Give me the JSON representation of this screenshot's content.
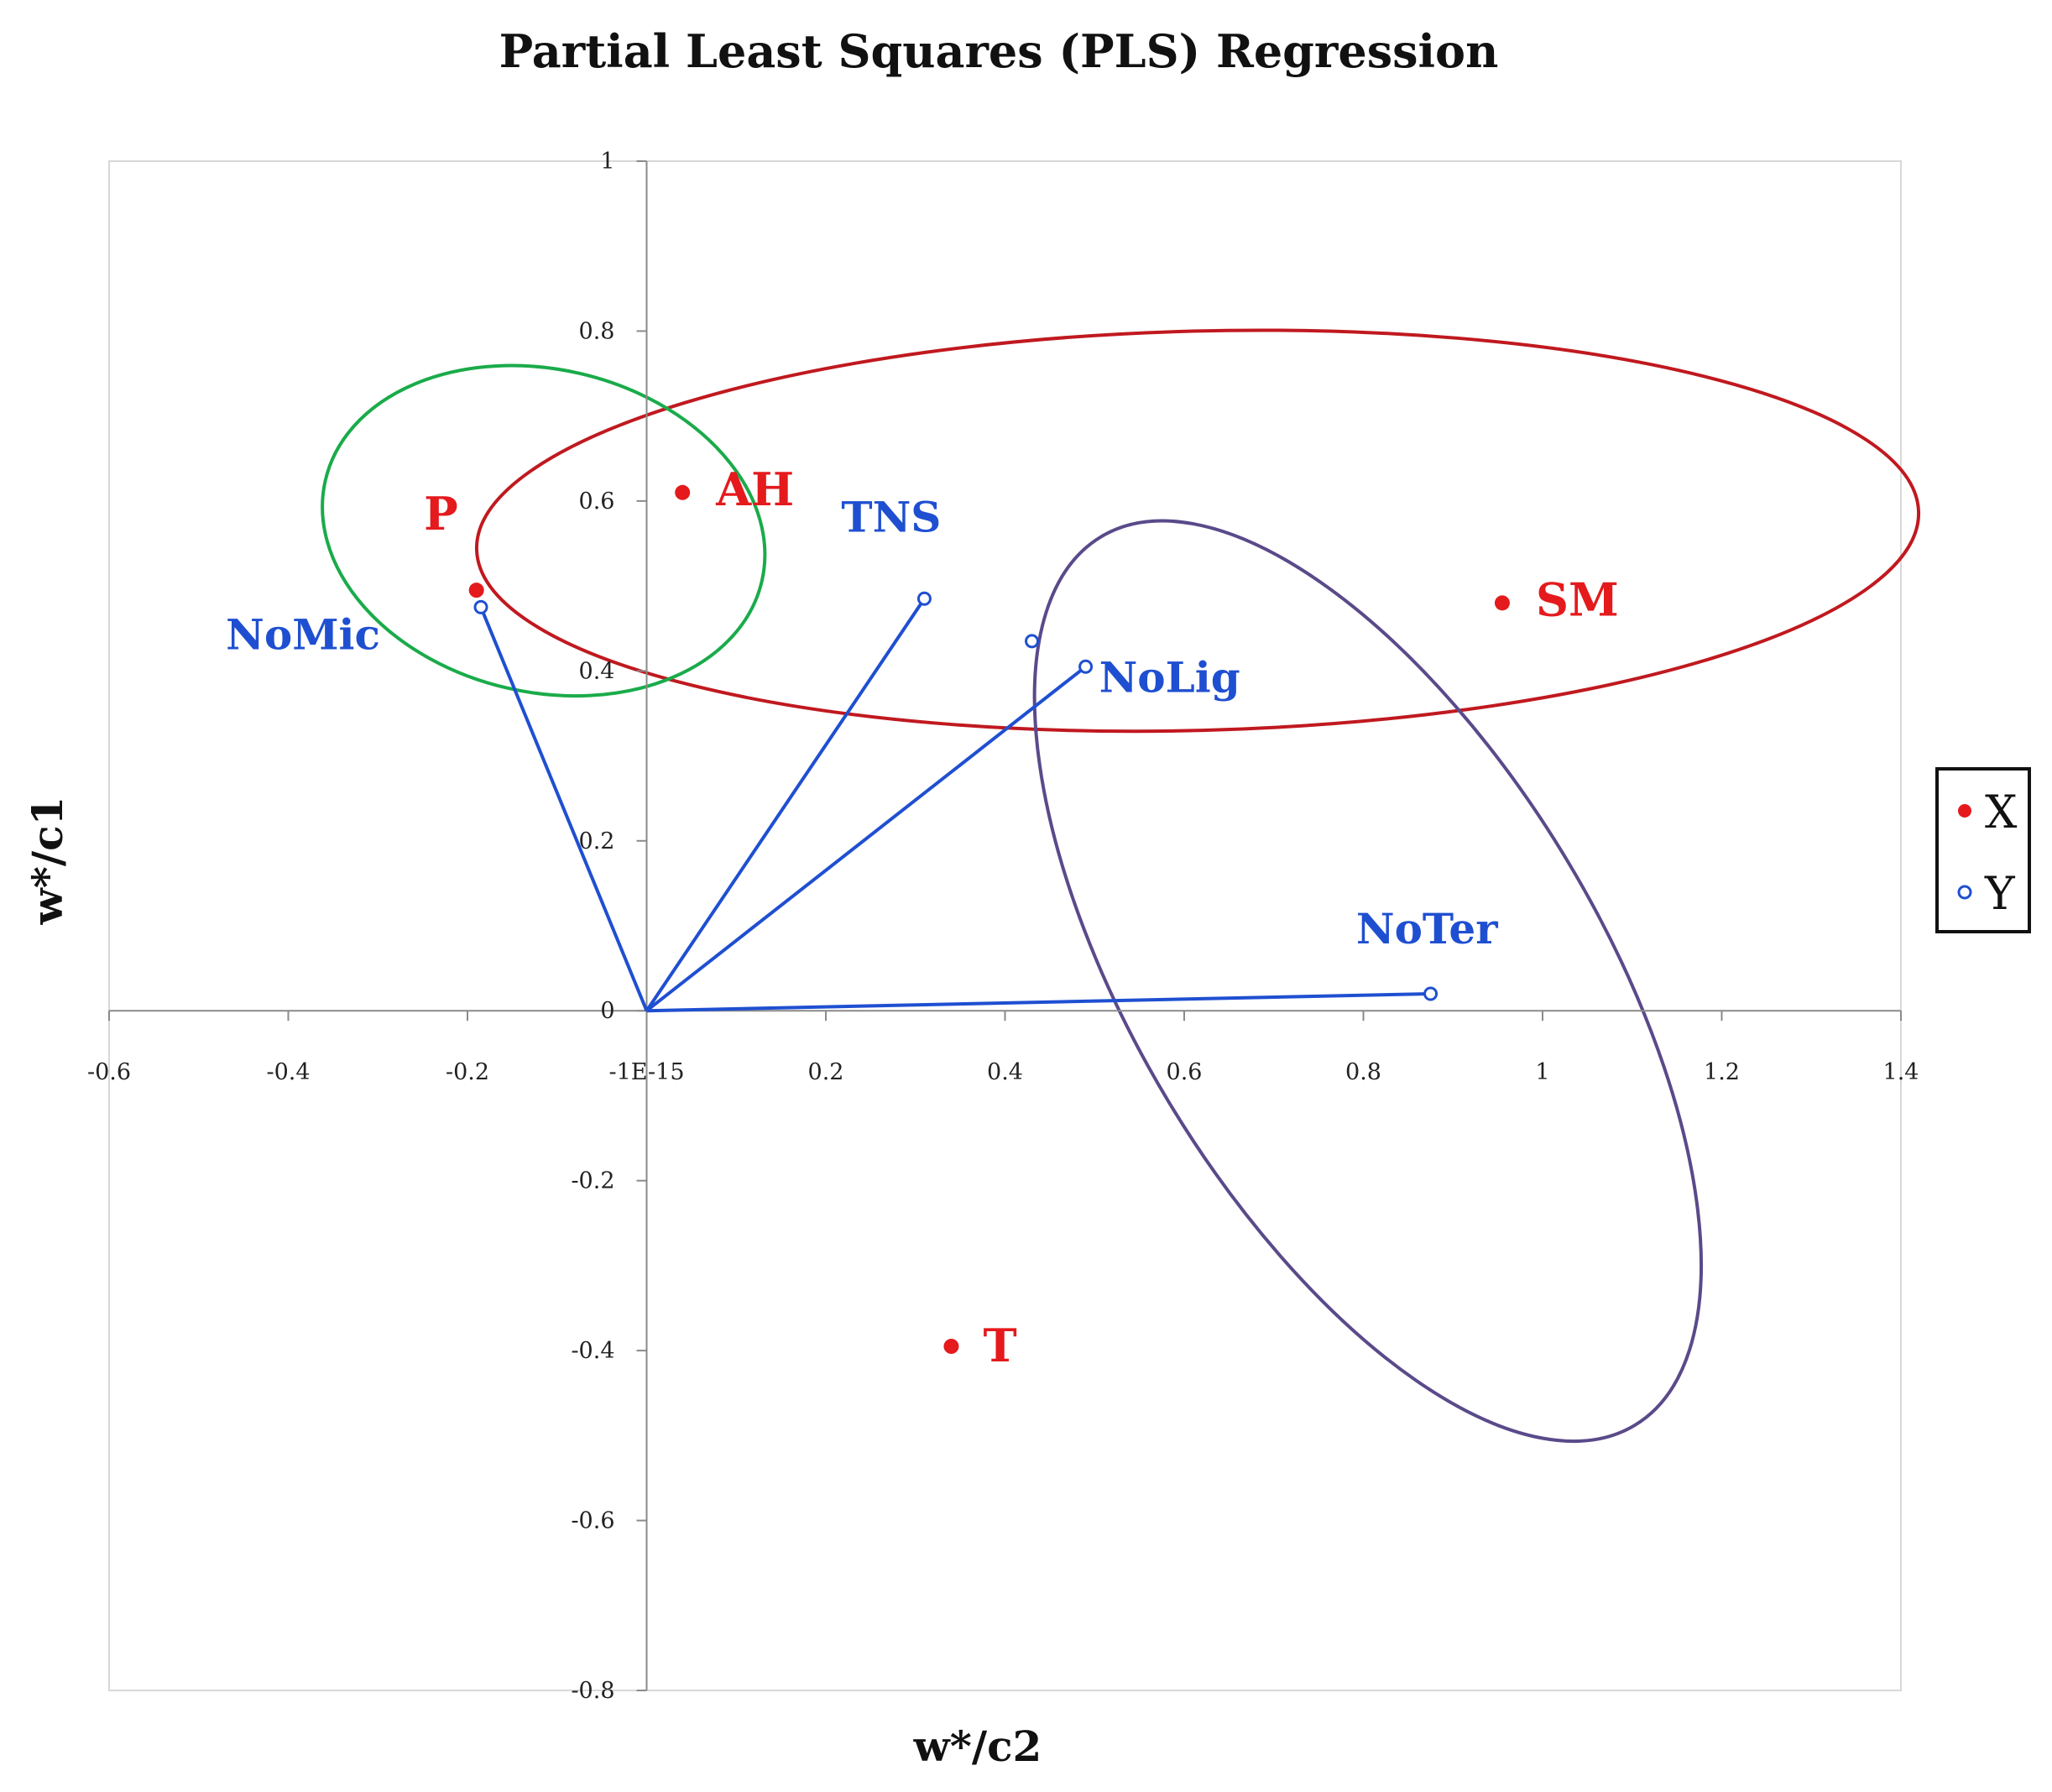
{
  "chart_data": {
    "type": "scatter",
    "title": "Partial Least Squares (PLS) Regression",
    "xlabel": "w*/c2",
    "ylabel": "w*/c1",
    "xlim": [
      -0.6,
      1.4
    ],
    "ylim": [
      -0.8,
      1.0
    ],
    "x_ticks": [
      "-0.6",
      "-0.4",
      "-0.2",
      "-1E-15",
      "0.2",
      "0.4",
      "0.6",
      "0.8",
      "1",
      "1.2",
      "1.4"
    ],
    "x_tick_values": [
      -0.6,
      -0.4,
      -0.2,
      0,
      0.2,
      0.4,
      0.6,
      0.8,
      1.0,
      1.2,
      1.4
    ],
    "y_ticks": [
      "1",
      "0.8",
      "0.6",
      "0.4",
      "0.2",
      "0",
      "-0.2",
      "-0.4",
      "-0.6",
      "-0.8"
    ],
    "y_tick_values": [
      1.0,
      0.8,
      0.6,
      0.4,
      0.2,
      0,
      -0.2,
      -0.4,
      -0.6,
      -0.8
    ],
    "grid": false,
    "legend_position": "right",
    "series": [
      {
        "name": "X",
        "marker": "filled-circle",
        "color": "#e41a1c",
        "points": [
          {
            "label": "P",
            "x": -0.19,
            "y": 0.495
          },
          {
            "label": "AH",
            "x": 0.04,
            "y": 0.61
          },
          {
            "label": "SM",
            "x": 0.955,
            "y": 0.48
          },
          {
            "label": "T",
            "x": 0.34,
            "y": -0.395
          }
        ]
      },
      {
        "name": "Y",
        "marker": "open-circle",
        "color": "#1f4fd1",
        "points": [
          {
            "label": "NoMic",
            "x": -0.185,
            "y": 0.475,
            "vector": true
          },
          {
            "label": "TNS",
            "x": 0.31,
            "y": 0.485,
            "vector": true
          },
          {
            "label": "",
            "x": 0.43,
            "y": 0.435,
            "vector": false
          },
          {
            "label": "NoLig",
            "x": 0.49,
            "y": 0.405,
            "vector": true
          },
          {
            "label": "NoTer",
            "x": 0.875,
            "y": 0.02,
            "vector": true
          }
        ]
      }
    ],
    "ellipses": [
      {
        "color": "#c0191f",
        "cx": 0.615,
        "cy": 0.565,
        "rx": 0.805,
        "ry": 0.235,
        "angle_deg": 1.5
      },
      {
        "color": "#1aab4a",
        "cx": -0.115,
        "cy": 0.565,
        "rx": 0.25,
        "ry": 0.19,
        "angle_deg": -13
      },
      {
        "color": "#5a4a8a",
        "cx": 0.805,
        "cy": 0.035,
        "rx": 0.26,
        "ry": 0.61,
        "angle_deg": 31
      }
    ],
    "colors": {
      "x_series": "#e41a1c",
      "y_series": "#1f4fd1",
      "vectors": "#1f4fd1"
    }
  }
}
